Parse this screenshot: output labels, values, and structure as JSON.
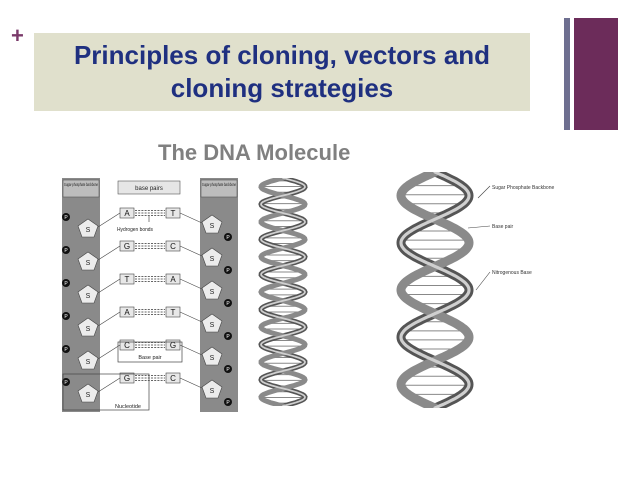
{
  "slide": {
    "title_line1": "Principles of cloning, vectors and",
    "title_line2": "cloning strategies",
    "subtitle": "The DNA Molecule",
    "bullet_symbol": "+"
  },
  "diagram_left": {
    "header_left": "Sugar-phosphate backbone",
    "header_mid": "base pairs",
    "header_right": "Sugar-phosphate backbone",
    "hydrogen_label": "Hydrogen bonds",
    "base_pair_label": "Base pair",
    "nucleotide_label": "Nucleotide",
    "phosphate": "P",
    "sugar": "S",
    "pairs": [
      {
        "left": "A",
        "right": "T"
      },
      {
        "left": "G",
        "right": "C"
      },
      {
        "left": "T",
        "right": "A"
      },
      {
        "left": "A",
        "right": "T"
      },
      {
        "left": "C",
        "right": "G"
      },
      {
        "left": "G",
        "right": "C"
      }
    ]
  },
  "diagram_right": {
    "label_backbone": "Sugar Phosphate Backbone",
    "label_base_pair": "Base pair",
    "label_base": "Nitrogenous Base"
  }
}
